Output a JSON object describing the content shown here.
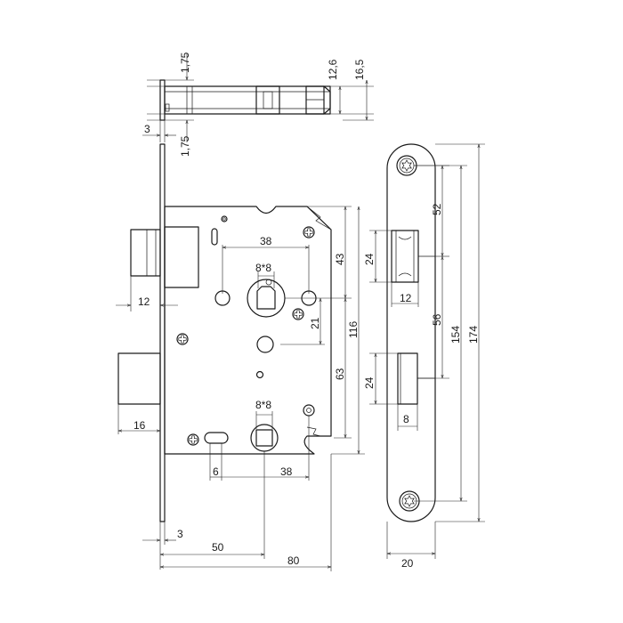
{
  "dimensions": {
    "top_1_75_a": "1,75",
    "top_3": "3",
    "top_1_75_b": "1,75",
    "top_12_6": "12,6",
    "top_16_5": "16,5",
    "d_38_top": "38",
    "d_8x8_top": "8*8",
    "d_43": "43",
    "d_21": "21",
    "d_116": "116",
    "d_63": "63",
    "d_12_latch": "12",
    "d_16_bolt": "16",
    "d_8x8_bottom": "8*8",
    "d_6": "6",
    "d_38_bottom": "38",
    "d_3_bottom": "3",
    "d_50": "50",
    "d_80": "80",
    "fp_52": "52",
    "fp_24_top": "24",
    "fp_12": "12",
    "fp_56": "56",
    "fp_154": "154",
    "fp_174": "174",
    "fp_24_bottom": "24",
    "fp_8": "8",
    "fp_20": "20"
  },
  "colors": {
    "line": "#1a1a1a",
    "background": "#ffffff"
  },
  "icons": [
    "phillips-screw-icon",
    "torx-screw-icon"
  ]
}
